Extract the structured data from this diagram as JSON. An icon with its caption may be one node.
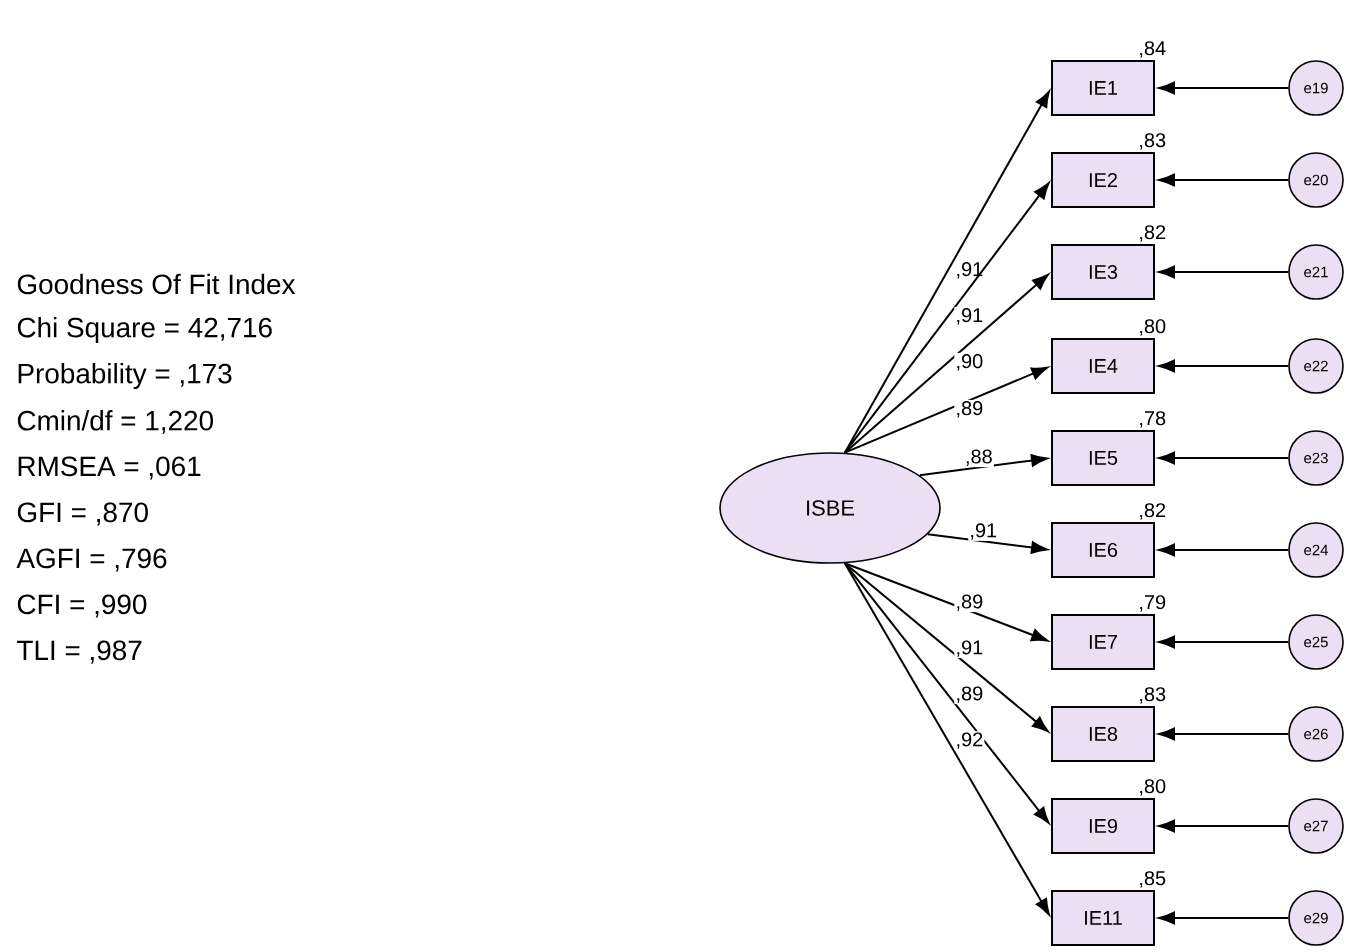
{
  "diagram": {
    "nodes": [
      {
        "text": [
          "ISBE"
        ]
      },
      {
        "text": [
          "IE1"
        ],
        "beside": [
          ",84"
        ]
      },
      {
        "text": [
          "IE2"
        ],
        "beside": [
          ",83"
        ]
      },
      {
        "text": [
          "IE3"
        ],
        "beside": [
          ",82"
        ]
      },
      {
        "text": [
          "IE4"
        ],
        "beside": [
          ",80"
        ]
      },
      {
        "text": [
          "IE5"
        ],
        "beside": [
          ",78"
        ]
      },
      {
        "text": [
          "IE6"
        ],
        "beside": [
          ",82"
        ]
      },
      {
        "text": [
          "IE7"
        ],
        "beside": [
          ",79"
        ]
      },
      {
        "text": [
          "IE8"
        ],
        "beside": [
          ",83"
        ]
      },
      {
        "text": [
          "IE9"
        ],
        "beside": [
          ",80"
        ]
      },
      {
        "text": [
          "IE11"
        ],
        "beside": [
          ",85"
        ]
      },
      {
        "text": [
          "e19"
        ]
      },
      {
        "text": [
          "e20"
        ]
      },
      {
        "text": [
          "e21"
        ]
      },
      {
        "text": [
          "e22"
        ]
      },
      {
        "text": [
          "e23"
        ]
      },
      {
        "text": [
          "e24"
        ]
      },
      {
        "text": [
          "e25"
        ]
      },
      {
        "text": [
          "e26"
        ]
      },
      {
        "text": [
          "e27"
        ]
      },
      {
        "text": [
          "e29"
        ]
      }
    ],
    "edges": [
      {
        "from": 0,
        "to": 1,
        "arrow": "to",
        "label": ",91"
      },
      {
        "from": 0,
        "to": 2,
        "arrow": "to",
        "label": ",91"
      },
      {
        "from": 0,
        "to": 3,
        "arrow": "to",
        "label": ",90"
      },
      {
        "from": 0,
        "to": 4,
        "arrow": "to",
        "label": ",89"
      },
      {
        "from": 0,
        "to": 5,
        "arrow": "to",
        "label": ",88"
      },
      {
        "from": 0,
        "to": 6,
        "arrow": "to",
        "label": ",91"
      },
      {
        "from": 0,
        "to": 7,
        "arrow": "to",
        "label": ",89"
      },
      {
        "from": 0,
        "to": 8,
        "arrow": "to",
        "label": ",91"
      },
      {
        "from": 0,
        "to": 9,
        "arrow": "to",
        "label": ",89"
      },
      {
        "from": 0,
        "to": 10,
        "arrow": "to",
        "label": ",92"
      },
      {
        "from": 11,
        "to": 1,
        "arrow": "to"
      },
      {
        "from": 12,
        "to": 2,
        "arrow": "to"
      },
      {
        "from": 13,
        "to": 3,
        "arrow": "to"
      },
      {
        "from": 14,
        "to": 4,
        "arrow": "to"
      },
      {
        "from": 15,
        "to": 5,
        "arrow": "to"
      },
      {
        "from": 16,
        "to": 6,
        "arrow": "to"
      },
      {
        "from": 17,
        "to": 7,
        "arrow": "to"
      },
      {
        "from": 18,
        "to": 8,
        "arrow": "to"
      },
      {
        "from": 19,
        "to": 9,
        "arrow": "to"
      },
      {
        "from": 20,
        "to": 10,
        "arrow": "to"
      }
    ],
    "labels": [
      "Goodness Of Fit Index",
      "Chi Square  = 42,716",
      "Probability  =  ,173",
      "Cmin/df     =  1,220",
      "RMSEA     =  ,061",
      "GFI  =  ,870",
      "AGFI  =  ,796",
      "CFI     =  ,990",
      "TLI     =  ,987"
    ]
  }
}
